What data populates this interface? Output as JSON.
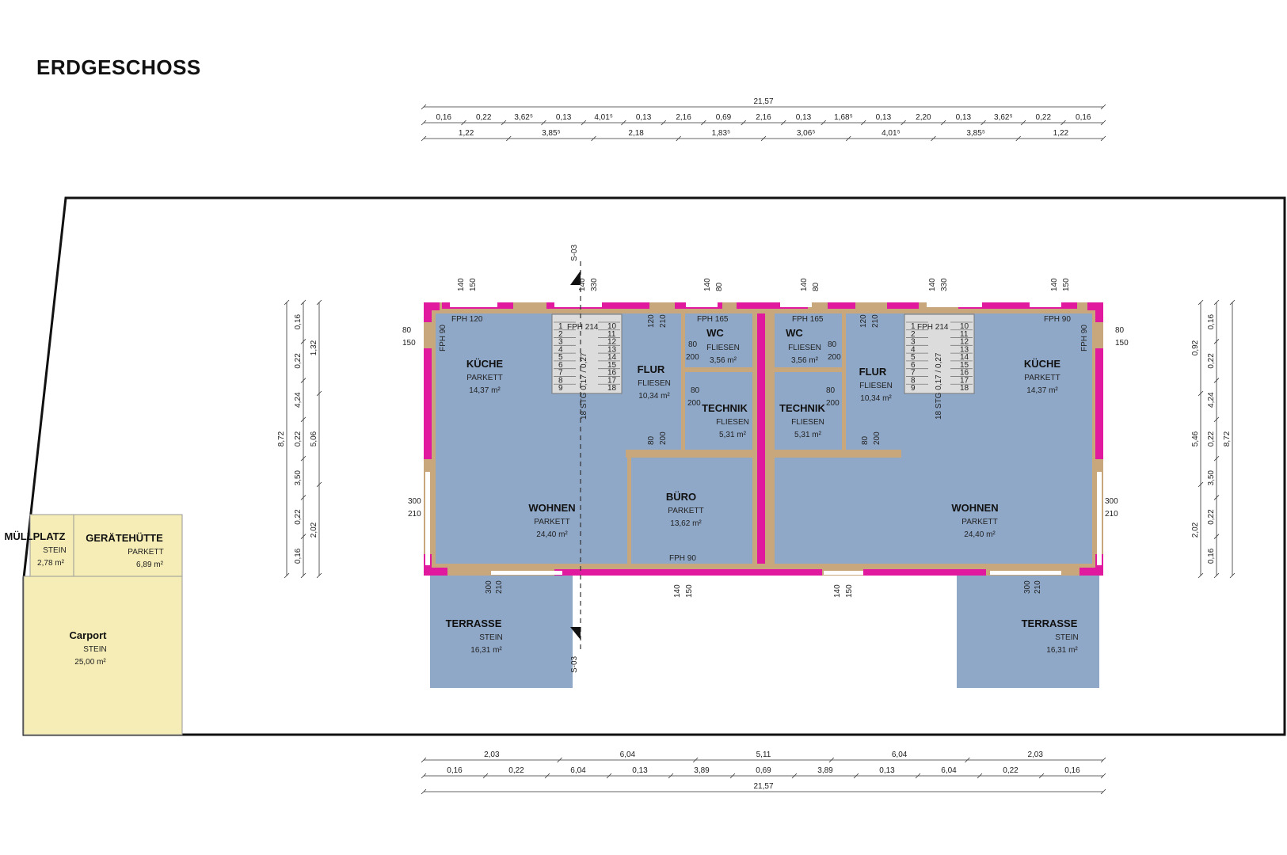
{
  "title": "ERDGESCHOSS",
  "section_marker": "S-03",
  "dimensions": {
    "top_total": "21,57",
    "top_row1": [
      "0,16",
      "0,22",
      "3,62⁵",
      "0,13",
      "4,01⁵",
      "0,13",
      "2,16",
      "0,69",
      "2,16",
      "0,13",
      "1,68⁵",
      "0,13",
      "2,20",
      "0,13",
      "3,62⁵",
      "0,22",
      "0,16"
    ],
    "top_row2": [
      "1,22",
      "3,85⁵",
      "2,18",
      "1,83⁵",
      "3,06⁵",
      "4,01⁵",
      "3,85⁵",
      "1,22"
    ],
    "bottom_row1": [
      "2,03",
      "6,04",
      "5,11",
      "6,04",
      "2,03"
    ],
    "bottom_row2": [
      "0,16",
      "0,22",
      "6,04",
      "0,13",
      "3,89",
      "0,69",
      "3,89",
      "0,13",
      "6,04",
      "0,22",
      "0,16"
    ],
    "bottom_total": "21,57",
    "left_outer": [
      "0,16",
      "0,22",
      "4,24",
      "0,22",
      "3,50",
      "0,22",
      "0,16"
    ],
    "left_inner": [
      "1,32",
      "5,06",
      "2,02"
    ],
    "left_total": "8,72",
    "right_outer": [
      "0,16",
      "0,22",
      "4,24",
      "0,22",
      "3,50",
      "0,22",
      "0,16"
    ],
    "right_inner": [
      "0,92",
      "5,46",
      "2,02"
    ],
    "right_total": "8,72"
  },
  "rooms": {
    "kueche_l": {
      "name": "KÜCHE",
      "floor": "PARKETT",
      "area": "14,37 m²"
    },
    "wohnen_l": {
      "name": "WOHNEN",
      "floor": "PARKETT",
      "area": "24,40 m²"
    },
    "flur_l": {
      "name": "FLUR",
      "floor": "FLIESEN",
      "area": "10,34 m²"
    },
    "wc_l": {
      "name": "WC",
      "floor": "FLIESEN",
      "area": "3,56 m²"
    },
    "technik_l": {
      "name": "TECHNIK",
      "floor": "FLIESEN",
      "area": "5,31 m²"
    },
    "buero": {
      "name": "BÜRO",
      "floor": "PARKETT",
      "area": "13,62 m²"
    },
    "terrasse_l": {
      "name": "TERRASSE",
      "floor": "STEIN",
      "area": "16,31 m²"
    },
    "wc_r": {
      "name": "WC",
      "floor": "FLIESEN",
      "area": "3,56 m²"
    },
    "technik_r": {
      "name": "TECHNIK",
      "floor": "FLIESEN",
      "area": "5,31 m²"
    },
    "flur_r": {
      "name": "FLUR",
      "floor": "FLIESEN",
      "area": "10,34 m²"
    },
    "kueche_r": {
      "name": "KÜCHE",
      "floor": "PARKETT",
      "area": "14,37 m²"
    },
    "wohnen_r": {
      "name": "WOHNEN",
      "floor": "PARKETT",
      "area": "24,40 m²"
    },
    "terrasse_r": {
      "name": "TERRASSE",
      "floor": "STEIN",
      "area": "16,31 m²"
    },
    "muellplatz": {
      "name": "MÜLLPLATZ",
      "floor": "STEIN",
      "area": "2,78 m²"
    },
    "geraetehuette": {
      "name": "GERÄTEHÜTTE",
      "floor": "PARKETT",
      "area": "6,89 m²"
    },
    "carport": {
      "name": "Carport",
      "floor": "STEIN",
      "area": "25,00 m²"
    }
  },
  "stairs": {
    "label": "18 STG 0,17 / 0,27",
    "fph": "FPH 214",
    "steps": [
      "1",
      "2",
      "3",
      "4",
      "5",
      "6",
      "7",
      "8",
      "9",
      "10",
      "11",
      "12",
      "13",
      "14",
      "15",
      "16",
      "17",
      "18"
    ]
  },
  "openings": {
    "fph120": "FPH 120",
    "fph90": "FPH 90",
    "fph165": "FPH 165",
    "w140": "140",
    "w150": "150",
    "w80": "80",
    "w330": "330",
    "w120": "120",
    "w210": "210",
    "w300": "300",
    "w200": "200"
  },
  "colors": {
    "room_fill": "#8fa8c8",
    "wall": "#c9a77c",
    "exterior_wall": "#e0199e",
    "outbuilding": "#f5edb5",
    "site_line": "#111111"
  }
}
